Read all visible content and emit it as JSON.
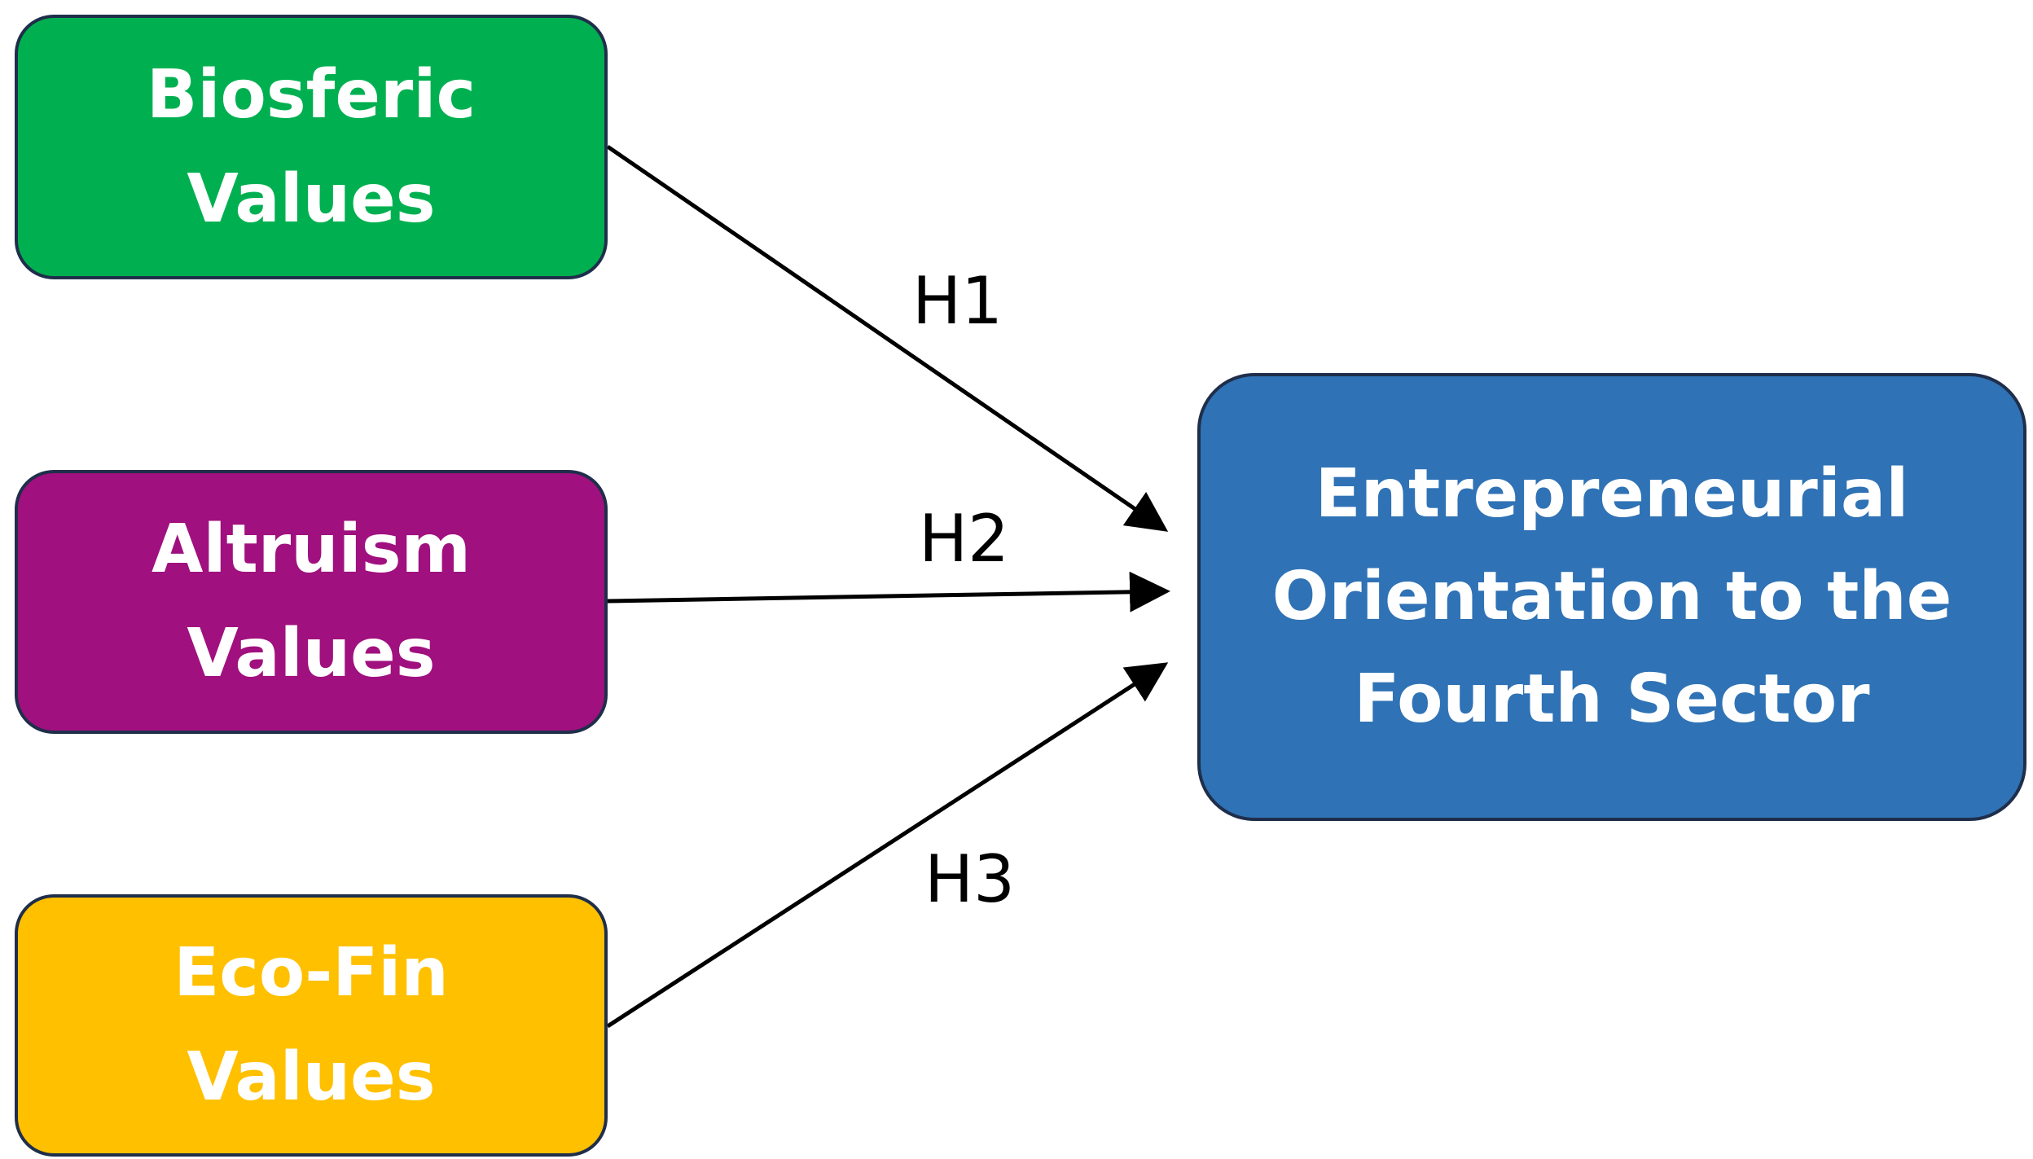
{
  "colors": {
    "biosferic": "#00b050",
    "altruism": "#a0107e",
    "ecofin": "#ffc000",
    "target": "#2f72b5",
    "border": "#1f2e4a",
    "arrow": "#000000"
  },
  "nodes": {
    "biosferic": {
      "line1": "Biosferic",
      "line2": "Values"
    },
    "altruism": {
      "line1": "Altruism",
      "line2": "Values"
    },
    "ecofin": {
      "line1": "Eco-Fin",
      "line2": "Values"
    },
    "target": {
      "line1": "Entrepreneurial",
      "line2": "Orientation to the",
      "line3": "Fourth Sector"
    }
  },
  "edges": [
    {
      "from": "biosferic",
      "to": "target",
      "label": "H1"
    },
    {
      "from": "altruism",
      "to": "target",
      "label": "H2"
    },
    {
      "from": "ecofin",
      "to": "target",
      "label": "H3"
    }
  ]
}
